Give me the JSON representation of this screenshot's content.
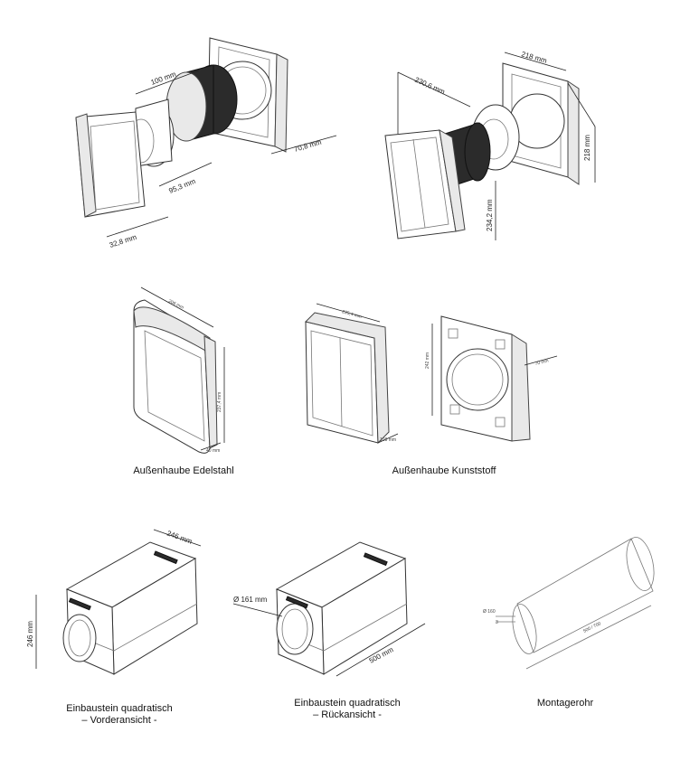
{
  "captions": {
    "hood_steel": "Außenhaube Edelstahl",
    "hood_plastic": "Außenhaube Kunststoff",
    "block_front_line1": "Einbaustein quadratisch",
    "block_front_line2": "– Vorderansicht -",
    "block_back_line1": "Einbaustein quadratisch",
    "block_back_line2": "– Rückansicht -",
    "pipe": "Montagerohr"
  },
  "dimensions": {
    "fan1": {
      "d100": "100 mm",
      "d70": "70,8 mm",
      "d95": "95,3 mm",
      "d32": "32,8 mm"
    },
    "fan2": {
      "d230": "230,6 mm",
      "d218w": "218 mm",
      "d218h": "218 mm",
      "d234": "234,2 mm"
    },
    "hood_steel": {
      "w": "206 mm",
      "h": "237,4 mm",
      "d": "40 mm"
    },
    "hood_plastic_a": {
      "w": "235,4 mm",
      "d": "108 mm"
    },
    "hood_plastic_b": {
      "h": "242 mm",
      "d": "70 mm"
    },
    "block_front": {
      "w": "246 mm",
      "h": "246 mm"
    },
    "block_back": {
      "dia": "Ø 161 mm",
      "len": "500 mm"
    },
    "pipe": {
      "dia": "Ø 160",
      "t": "3",
      "len": "500 / 700"
    }
  }
}
